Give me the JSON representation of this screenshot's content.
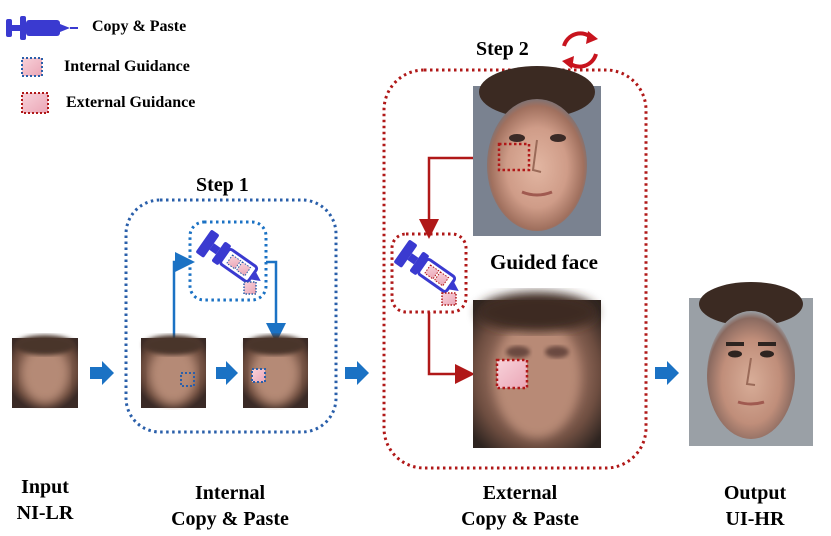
{
  "legend": {
    "copy_paste": "Copy & Paste",
    "internal_guidance": "Internal Guidance",
    "external_guidance": "External Guidance"
  },
  "steps": {
    "step1_title": "Step 1",
    "step2_title": "Step 2",
    "guided_face_label": "Guided face"
  },
  "labels": {
    "input_line1": "Input",
    "input_line2": "NI-LR",
    "internal_line1": "Internal",
    "internal_line2": "Copy & Paste",
    "external_line1": "External",
    "external_line2": "Copy & Paste",
    "output_line1": "Output",
    "output_line2": "UI-HR"
  },
  "colors": {
    "blue_accent": "#1b72c4",
    "syringe_blue": "#3a3ad0",
    "internal_dotted": "#2a5faa",
    "external_dotted": "#b01818",
    "dark_red": "#b01818",
    "patch_pink": "#f4c0cc"
  }
}
